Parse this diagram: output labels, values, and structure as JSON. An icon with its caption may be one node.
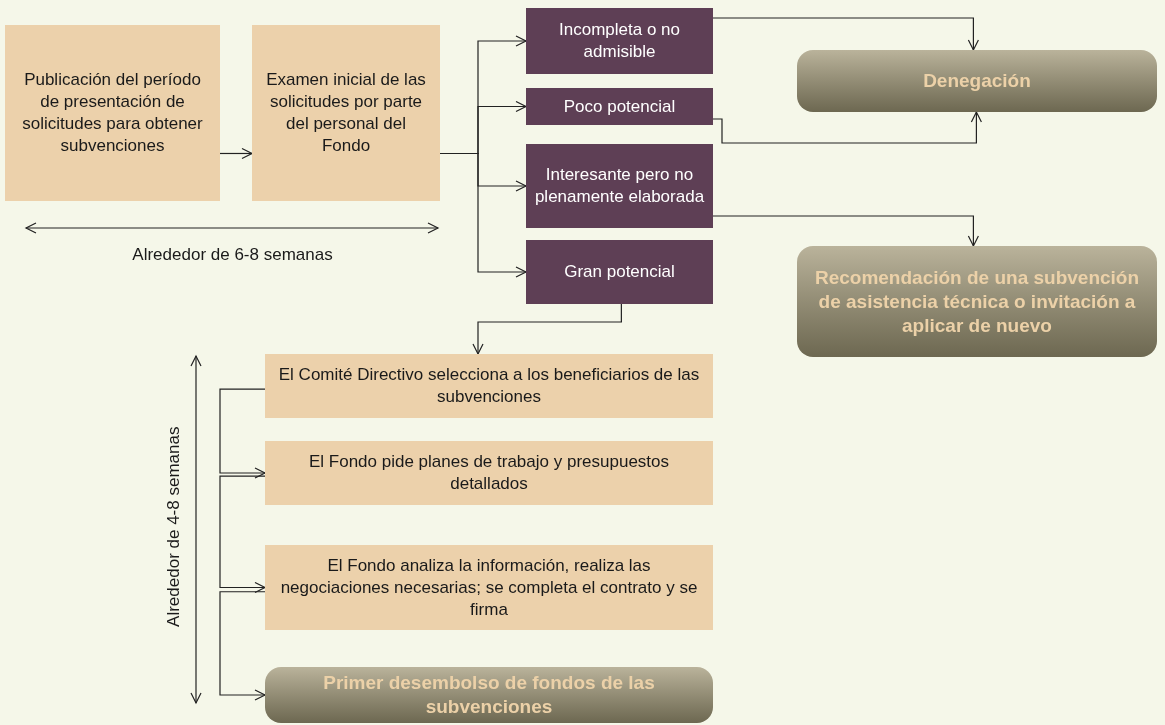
{
  "diagram": {
    "nodes": [
      {
        "text": [
          "Publicación del período de presentación de solicitudes para obtener subvenciones"
        ]
      },
      {
        "text": [
          "Examen inicial de las solicitudes por parte del personal del Fondo"
        ]
      },
      {
        "text": [
          "Incompleta o no admisible"
        ]
      },
      {
        "text": [
          "Poco potencial"
        ]
      },
      {
        "text": [
          "Interesante pero no plenamente elaborada"
        ]
      },
      {
        "text": [
          "Gran potencial"
        ]
      },
      {
        "text": [
          "Denegación"
        ]
      },
      {
        "text": [
          "Recomendación de una subvención de asistencia técnica o invitación a aplicar de nuevo"
        ]
      },
      {
        "text": [
          "El Comité Directivo selecciona a los beneficiarios de las subvenciones"
        ]
      },
      {
        "text": [
          "El Fondo pide planes de trabajo y presupuestos detallados"
        ]
      },
      {
        "text": [
          "El Fondo analiza la información, realiza las negociaciones necesarias; se completa el contrato y se firma"
        ]
      },
      {
        "text": [
          "Primer desembolso de fondos de las subvenciones"
        ]
      }
    ],
    "edges": [
      {
        "from": 0,
        "to": 1,
        "arrow": "to"
      },
      {
        "from": 1,
        "to": 2,
        "arrow": "to"
      },
      {
        "from": 1,
        "to": 3,
        "arrow": "to"
      },
      {
        "from": 1,
        "to": 4,
        "arrow": "to"
      },
      {
        "from": 1,
        "to": 5,
        "arrow": "to"
      },
      {
        "from": 2,
        "to": 6,
        "arrow": "to"
      },
      {
        "from": 3,
        "to": 6,
        "arrow": "to"
      },
      {
        "from": 4,
        "to": 7,
        "arrow": "to"
      },
      {
        "from": 5,
        "to": 8,
        "arrow": "to"
      },
      {
        "from": 8,
        "to": 9,
        "arrow": "to"
      },
      {
        "from": 9,
        "to": 10,
        "arrow": "to"
      },
      {
        "from": 10,
        "to": 11,
        "arrow": "to"
      }
    ],
    "labels": [
      "Alrededor de 6-8 semanas",
      "Alrededor de 4-8 semanas"
    ]
  }
}
